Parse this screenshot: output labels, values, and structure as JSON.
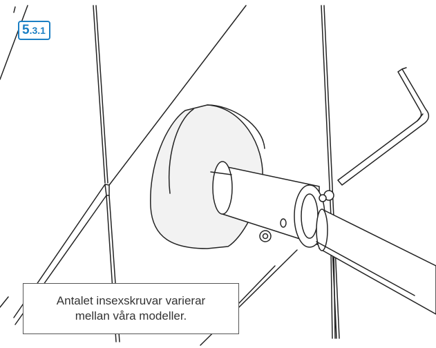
{
  "step": {
    "major": "5",
    "minor": ".3.1"
  },
  "caption": {
    "line1": "Antalet insexskruvar varierar",
    "line2": "mellan våra modeller."
  },
  "colors": {
    "accent": "#1b7fc4",
    "line": "#222222",
    "shade": "#efefef"
  },
  "icons": [
    "hex-key-icon",
    "set-screw-icon"
  ]
}
